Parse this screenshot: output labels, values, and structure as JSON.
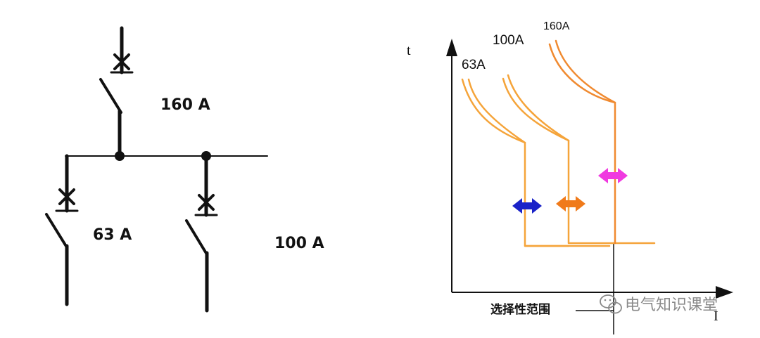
{
  "single_line": {
    "breaker_main_label": "160 A",
    "breaker_left_label": "63 A",
    "breaker_right_label": "100 A"
  },
  "tc_chart": {
    "y_axis_label": "t",
    "x_axis_label": "I",
    "curve_labels": [
      "63A",
      "100A",
      "160A"
    ],
    "selectivity_label": "选择性范围",
    "curve_color": "#f5a43a",
    "curve_color_160": "#f08a30",
    "arrow_colors": [
      "#1a22c8",
      "#f07a1a",
      "#f03ae0"
    ]
  },
  "watermark": {
    "text": "电气知识课堂",
    "icon": "wechat-icon"
  }
}
